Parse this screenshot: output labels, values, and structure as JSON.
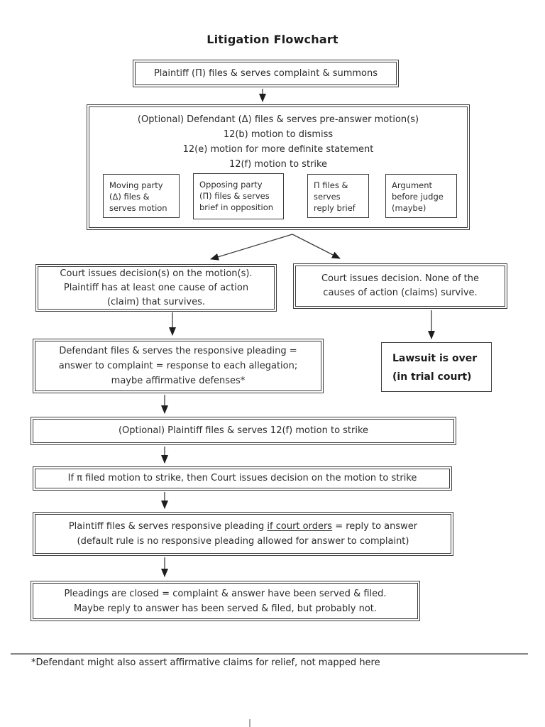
{
  "title": "Litigation Flowchart",
  "boxes": {
    "complaint": {
      "text": "Plaintiff (Π) files & serves complaint & summons"
    },
    "pre_answer": {
      "lines": [
        "(Optional) Defendant (Δ) files & serves pre-answer motion(s)",
        "12(b) motion to dismiss",
        "12(e) motion for more definite statement",
        "12(f) motion to strike"
      ],
      "steps": [
        {
          "lines": [
            "Moving party",
            "(Δ) files &",
            "serves motion"
          ]
        },
        {
          "lines": [
            "Opposing party",
            "(Π) files & serves",
            "brief in opposition"
          ]
        },
        {
          "lines": [
            "Π files &",
            "serves",
            "reply brief"
          ]
        },
        {
          "lines": [
            "Argument",
            "before judge",
            "(maybe)"
          ]
        }
      ]
    },
    "decision_survives": {
      "lines": [
        "Court issues decision(s) on the motion(s).",
        "Plaintiff has at least one cause of action",
        "(claim) that survives."
      ]
    },
    "decision_none": {
      "lines": [
        "Court issues decision. None of the",
        "causes of action (claims) survive."
      ]
    },
    "answer": {
      "lines": [
        "Defendant files & serves the responsive pleading =",
        "answer to complaint = response to each allegation;",
        "maybe affirmative defenses*"
      ]
    },
    "lawsuit_over": {
      "lines": [
        "Lawsuit is over",
        "(in trial court)"
      ]
    },
    "motion_strike": {
      "text": "(Optional) Plaintiff files & serves 12(f) motion to strike"
    },
    "strike_decision": {
      "text": "If π filed motion to strike, then Court issues decision on the motion to strike"
    },
    "reply": {
      "line1_pre": "Plaintiff files & serves responsive pleading ",
      "line1_underlined": "if court orders",
      "line1_post": " = reply to answer",
      "line2": "(default rule is no responsive pleading allowed for answer to complaint)"
    },
    "pleadings_closed": {
      "lines": [
        "Pleadings are closed = complaint & answer have been served & filed.",
        "Maybe reply to answer has been served & filed, but probably not."
      ]
    }
  },
  "footnote": "*Defendant might also assert affirmative claims for relief, not mapped here",
  "colors": {
    "ink": "#2b2b2b",
    "line": "#3d3d3d",
    "arrowhead": "#1e1e1e"
  }
}
